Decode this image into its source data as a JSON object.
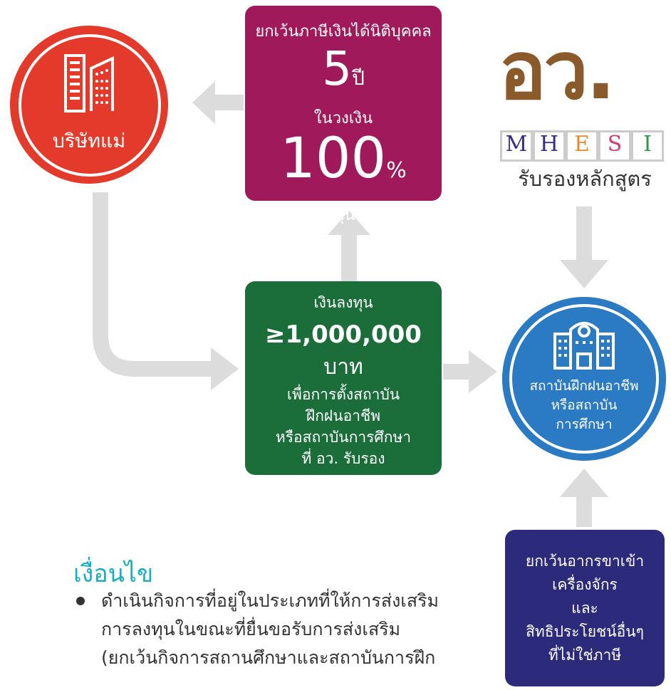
{
  "parent_company": {
    "label": "บริษัทแม่"
  },
  "tax_box": {
    "line1": "ยกเว้นภาษีเงินได้นิติบุคคล",
    "years_number": "5",
    "years_unit": "ปี",
    "line_limit": "ในวงเงิน",
    "percent_number": "100",
    "percent_sign": "%",
    "line_last": "ของเงินลงทุนตั้งสถาบัน",
    "color": "#a01a5b"
  },
  "ministry": {
    "logo_text": "อว.",
    "letters": [
      "M",
      "H",
      "E",
      "S",
      "I"
    ],
    "letter_colors": [
      "#3a2a8a",
      "#3a2a8a",
      "#e68a2e",
      "#d43a6a",
      "#2a9a4a"
    ],
    "caption": "รับรองหลักสูตร",
    "logo_color": "#8a5a2b"
  },
  "investment_box": {
    "label": "เงินลงทุน",
    "amount": "≥1,000,000",
    "unit": "บาท",
    "purpose_lines": [
      "เพื่อการตั้งสถาบัน",
      "ฝึกฝนอาชีพ",
      "หรือสถาบันการศึกษา",
      "ที่ อว. รับรอง"
    ],
    "color": "#1b6e3a"
  },
  "institute": {
    "lines": [
      "สถาบันฝึกฝนอาชีพ",
      "หรือสถาบัน",
      "การศึกษา"
    ]
  },
  "import_box": {
    "lines": [
      "ยกเว้นอากรขาเข้า",
      "เครื่องจักร",
      "และ",
      "สิทธิประโยชน์อื่นๆ",
      "ที่ไม่ใช่ภาษี"
    ],
    "color": "#2c2a7a"
  },
  "conditions": {
    "title": "เงื่อนไข",
    "bullet_lines": [
      "ดำเนินกิจการที่อยู่ในประเภทที่ให้การส่งเสริม",
      "การลงทุนในขณะที่ยื่นขอรับการส่งเสริม",
      "(ยกเว้นกิจการสถานศึกษาและสถาบันการฝึก"
    ]
  },
  "colors": {
    "arrow": "#dcdcdc",
    "red": "#e43a2b",
    "blue": "#2a7ac4"
  }
}
